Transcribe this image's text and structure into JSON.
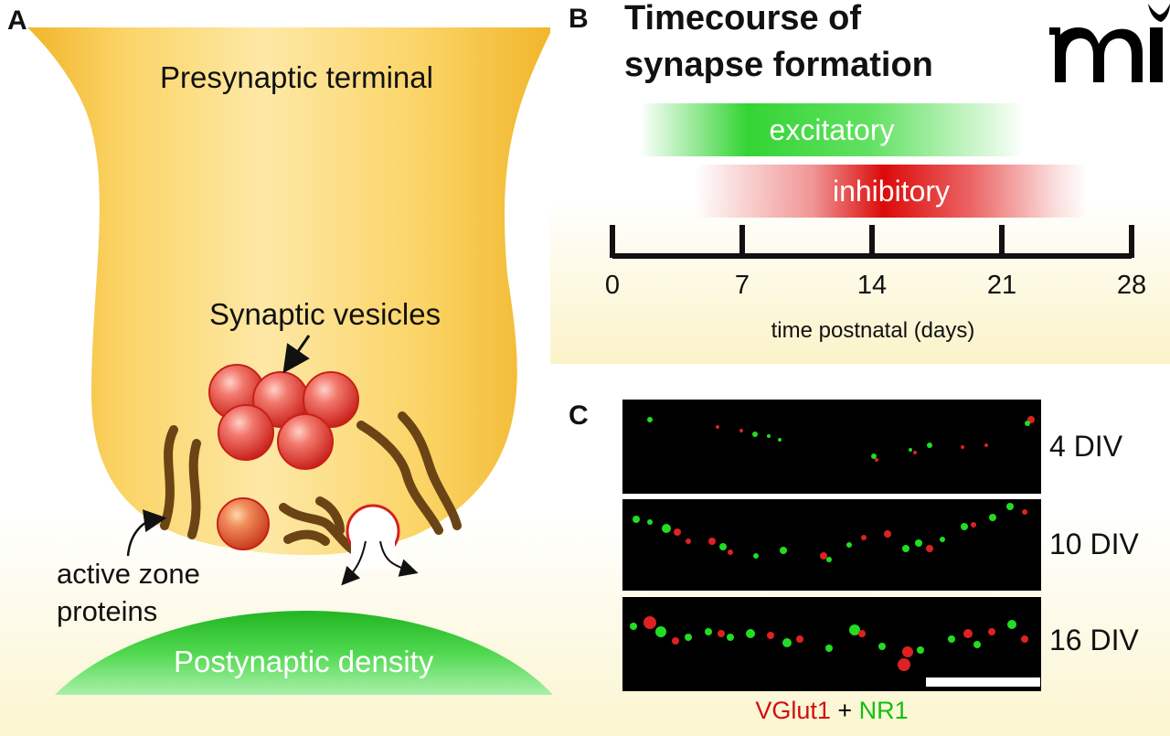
{
  "panels": {
    "a": {
      "letter": "A",
      "presynaptic_label": "Presynaptic terminal",
      "vesicles_label": "Synaptic vesicles",
      "active_zone_line1": "active zone",
      "active_zone_line2": "proteins",
      "postsynaptic_label": "Postynaptic density"
    },
    "b": {
      "letter": "B",
      "title_line1": "Timecourse of",
      "title_line2": "synapse formation",
      "excitatory_label": "excitatory",
      "inhibitory_label": "inhibitory",
      "axis_caption": "time postnatal (days)"
    },
    "c": {
      "letter": "C",
      "div_labels": [
        "4 DIV",
        "10 DIV",
        "16 DIV"
      ],
      "legend_red": "VGlut1",
      "legend_plus": " + ",
      "legend_green": "NR1"
    }
  },
  "chart_data": {
    "type": "bar",
    "xlabel": "time postnatal (days)",
    "xlim": [
      0,
      28
    ],
    "ticks": [
      0,
      7,
      14,
      21,
      28
    ],
    "tick_labels": [
      "0",
      "7",
      "14",
      "21",
      "28"
    ],
    "series": [
      {
        "name": "excitatory",
        "start": 1.5,
        "end": 21.5,
        "color": "#22cc22"
      },
      {
        "name": "inhibitory",
        "start": 4.5,
        "end": 25.5,
        "color": "#dd1111"
      }
    ]
  },
  "colors": {
    "terminal": "#f5c84a",
    "terminal_light": "#fde9a0",
    "vesicle": "#e8403a",
    "protein": "#6b4416",
    "density": "#33cc33",
    "background_tint": "#fbf5d0"
  }
}
